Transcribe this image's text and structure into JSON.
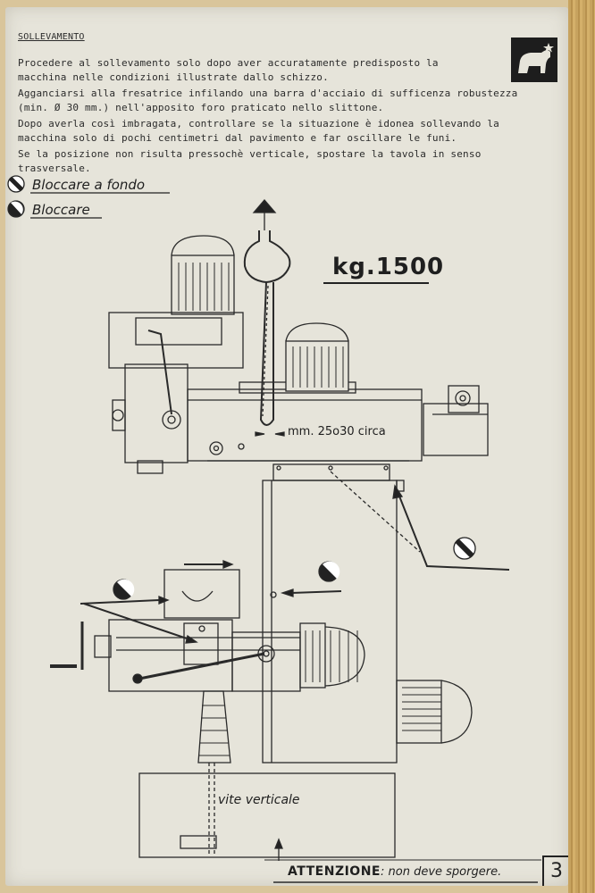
{
  "heading": "SOLLEVAMENTO",
  "paragraph": [
    "Procedere al sollevamento solo dopo aver accuratamente predisposto la",
    "macchina nelle condizioni illustrate dallo schizzo.",
    "Agganciarsi alla fresatrice infilando una barra d'acciaio di sufficenza robustezza",
    "(min. Ø 30 mm.) nell'apposito foro praticato nello slittone.",
    "Dopo averla così imbragata, controllare se la situazione è idonea sollevando la",
    "macchina solo di pochi centimetri dal pavimento e far oscillare le funi.",
    "Se la posizione non risulta pressochè verticale, spostare la tavola in senso",
    "trasversale."
  ],
  "legend": {
    "lock_fully": "Bloccare a fondo",
    "lock": "Bloccare"
  },
  "drawing": {
    "weight": "kg.1500",
    "bar_dimension": "mm. 25o30 circa",
    "screw_label": "vite verticale"
  },
  "footer": {
    "warning_word": "ATTENZIONE",
    "warning_text": ": non deve sporgere.",
    "page_number": "3"
  }
}
